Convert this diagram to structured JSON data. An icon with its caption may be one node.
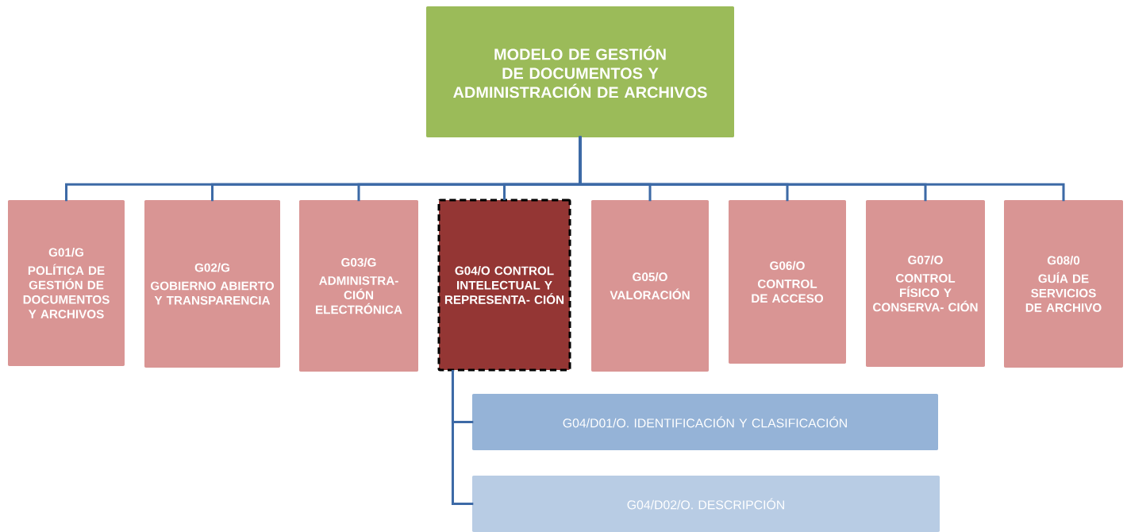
{
  "diagram": {
    "nodes": [
      {
        "text": [
          "MODELO DE GESTIÓN DE DOCUMENTOS Y ADMINISTRACIÓN DE ARCHIVOS"
        ]
      },
      {
        "text": [
          "G01/G",
          "POLÍTICA DE GESTIÓN DE DOCUMENTOS Y ARCHIVOS"
        ]
      },
      {
        "text": [
          "G02/G",
          "GOBIERNO ABIERTO Y TRANSPARENCIA"
        ]
      },
      {
        "text": [
          "G03/G",
          "ADMINISTRA- CIÓN ELECTRÓNICA"
        ]
      },
      {
        "text": [
          "G04/O CONTROL INTELECTUAL Y REPRESENTA- CIÓN"
        ]
      },
      {
        "text": [
          "G05/O",
          "VALORACIÓN"
        ]
      },
      {
        "text": [
          "G06/O",
          "CONTROL DE ACCESO"
        ]
      },
      {
        "text": [
          "G07/O",
          "CONTROL FÍSICO Y CONSERVA- CIÓN"
        ]
      },
      {
        "text": [
          "G08/0",
          "GUÍA DE SERVICIOS DE ARCHIVO"
        ]
      },
      {
        "text": [
          "G04/D01/O. IDENTIFICACIÓN Y CLASIFICACIÓN"
        ]
      },
      {
        "text": [
          "G04/D02/O. DESCRIPCIÓN"
        ]
      }
    ],
    "edges": [
      {
        "from": 0,
        "to": 1,
        "arrow": "none"
      },
      {
        "from": 0,
        "to": 2,
        "arrow": "none"
      },
      {
        "from": 0,
        "to": 3,
        "arrow": "none"
      },
      {
        "from": 0,
        "to": 4,
        "arrow": "none"
      },
      {
        "from": 0,
        "to": 5,
        "arrow": "none"
      },
      {
        "from": 0,
        "to": 6,
        "arrow": "none"
      },
      {
        "from": 0,
        "to": 7,
        "arrow": "none"
      },
      {
        "from": 0,
        "to": 8,
        "arrow": "none"
      },
      {
        "from": 4,
        "to": 9,
        "arrow": "none"
      },
      {
        "from": 4,
        "to": 10,
        "arrow": "none"
      }
    ]
  }
}
